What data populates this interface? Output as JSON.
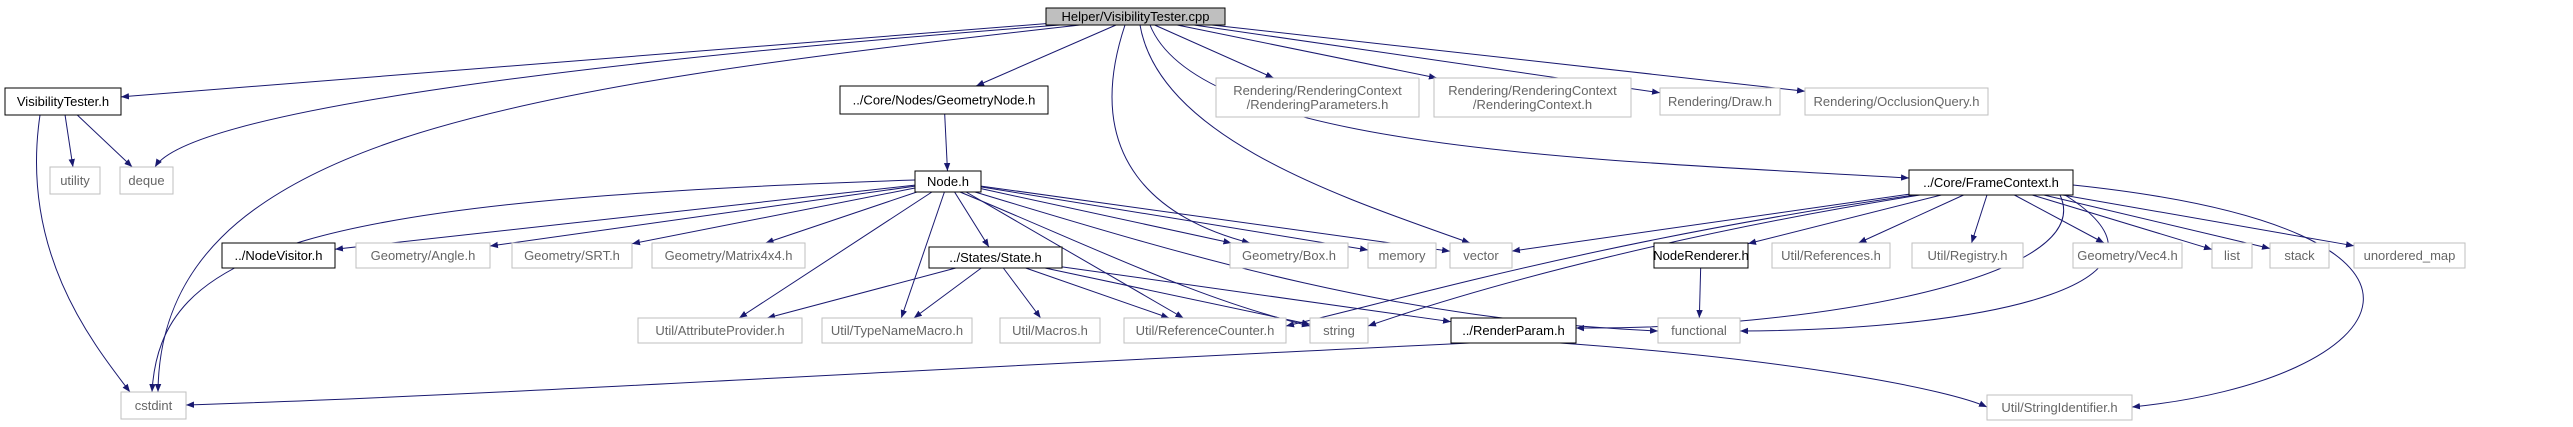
{
  "diagram": {
    "colors": {
      "edge": "#191970",
      "root_fill": "#bfbfbf",
      "linked_border": "#000000",
      "external_border": "#bfbfbf",
      "box_fill": "#ffffff",
      "external_text": "#666666"
    },
    "nodes": {
      "helper_visibilitytester_cpp": {
        "lines": [
          "Helper/VisibilityTester.cpp"
        ],
        "kind": "root"
      },
      "visibilitytester_h": {
        "lines": [
          "VisibilityTester.h"
        ],
        "kind": "linked"
      },
      "utility": {
        "lines": [
          "utility"
        ],
        "kind": "external"
      },
      "deque": {
        "lines": [
          "deque"
        ],
        "kind": "external"
      },
      "cstdint": {
        "lines": [
          "cstdint"
        ],
        "kind": "external"
      },
      "geometrynode_h": {
        "lines": [
          "../Core/Nodes/GeometryNode.h"
        ],
        "kind": "linked"
      },
      "rendering_parameters_h": {
        "lines": [
          "Rendering/RenderingContext",
          "/RenderingParameters.h"
        ],
        "kind": "external"
      },
      "rendering_context_h": {
        "lines": [
          "Rendering/RenderingContext",
          "/RenderingContext.h"
        ],
        "kind": "external"
      },
      "rendering_draw_h": {
        "lines": [
          "Rendering/Draw.h"
        ],
        "kind": "external"
      },
      "rendering_occlusionquery_h": {
        "lines": [
          "Rendering/OcclusionQuery.h"
        ],
        "kind": "external"
      },
      "framecontext_h": {
        "lines": [
          "../Core/FrameContext.h"
        ],
        "kind": "linked"
      },
      "node_h": {
        "lines": [
          "Node.h"
        ],
        "kind": "linked"
      },
      "nodevisitor_h": {
        "lines": [
          "../NodeVisitor.h"
        ],
        "kind": "linked"
      },
      "geometry_angle_h": {
        "lines": [
          "Geometry/Angle.h"
        ],
        "kind": "external"
      },
      "geometry_srt_h": {
        "lines": [
          "Geometry/SRT.h"
        ],
        "kind": "external"
      },
      "geometry_matrix4x4_h": {
        "lines": [
          "Geometry/Matrix4x4.h"
        ],
        "kind": "external"
      },
      "states_state_h": {
        "lines": [
          "../States/State.h"
        ],
        "kind": "linked"
      },
      "geometry_box_h": {
        "lines": [
          "Geometry/Box.h"
        ],
        "kind": "external"
      },
      "memory": {
        "lines": [
          "memory"
        ],
        "kind": "external"
      },
      "vector": {
        "lines": [
          "vector"
        ],
        "kind": "external"
      },
      "util_attributeprovider_h": {
        "lines": [
          "Util/AttributeProvider.h"
        ],
        "kind": "external"
      },
      "util_typenamemacro_h": {
        "lines": [
          "Util/TypeNameMacro.h"
        ],
        "kind": "external"
      },
      "util_macros_h": {
        "lines": [
          "Util/Macros.h"
        ],
        "kind": "external"
      },
      "util_referencecounter_h": {
        "lines": [
          "Util/ReferenceCounter.h"
        ],
        "kind": "external"
      },
      "string": {
        "lines": [
          "string"
        ],
        "kind": "external"
      },
      "renderparam_h": {
        "lines": [
          "../RenderParam.h"
        ],
        "kind": "linked"
      },
      "functional": {
        "lines": [
          "functional"
        ],
        "kind": "external"
      },
      "noderenderer_h": {
        "lines": [
          "NodeRenderer.h"
        ],
        "kind": "linked"
      },
      "util_references_h": {
        "lines": [
          "Util/References.h"
        ],
        "kind": "external"
      },
      "util_registry_h": {
        "lines": [
          "Util/Registry.h"
        ],
        "kind": "external"
      },
      "geometry_vec4_h": {
        "lines": [
          "Geometry/Vec4.h"
        ],
        "kind": "external"
      },
      "list": {
        "lines": [
          "list"
        ],
        "kind": "external"
      },
      "stack": {
        "lines": [
          "stack"
        ],
        "kind": "external"
      },
      "unordered_map": {
        "lines": [
          "unordered_map"
        ],
        "kind": "external"
      },
      "util_stringidentifier_h": {
        "lines": [
          "Util/StringIdentifier.h"
        ],
        "kind": "external"
      }
    },
    "edges": [
      [
        "helper_visibilitytester_cpp",
        "visibilitytester_h"
      ],
      [
        "helper_visibilitytester_cpp",
        "deque"
      ],
      [
        "helper_visibilitytester_cpp",
        "cstdint"
      ],
      [
        "helper_visibilitytester_cpp",
        "geometrynode_h"
      ],
      [
        "helper_visibilitytester_cpp",
        "geometry_box_h"
      ],
      [
        "helper_visibilitytester_cpp",
        "vector"
      ],
      [
        "helper_visibilitytester_cpp",
        "rendering_parameters_h"
      ],
      [
        "helper_visibilitytester_cpp",
        "rendering_context_h"
      ],
      [
        "helper_visibilitytester_cpp",
        "rendering_draw_h"
      ],
      [
        "helper_visibilitytester_cpp",
        "rendering_occlusionquery_h"
      ],
      [
        "helper_visibilitytester_cpp",
        "framecontext_h"
      ],
      [
        "visibilitytester_h",
        "utility"
      ],
      [
        "visibilitytester_h",
        "deque"
      ],
      [
        "visibilitytester_h",
        "cstdint"
      ],
      [
        "geometrynode_h",
        "node_h"
      ],
      [
        "node_h",
        "nodevisitor_h"
      ],
      [
        "node_h",
        "geometry_angle_h"
      ],
      [
        "node_h",
        "geometry_srt_h"
      ],
      [
        "node_h",
        "geometry_matrix4x4_h"
      ],
      [
        "node_h",
        "states_state_h"
      ],
      [
        "node_h",
        "geometry_box_h"
      ],
      [
        "node_h",
        "memory"
      ],
      [
        "node_h",
        "vector"
      ],
      [
        "node_h",
        "cstdint"
      ],
      [
        "node_h",
        "util_attributeprovider_h"
      ],
      [
        "node_h",
        "util_typenamemacro_h"
      ],
      [
        "node_h",
        "util_referencecounter_h"
      ],
      [
        "node_h",
        "string"
      ],
      [
        "node_h",
        "functional"
      ],
      [
        "states_state_h",
        "util_attributeprovider_h"
      ],
      [
        "states_state_h",
        "util_typenamemacro_h"
      ],
      [
        "states_state_h",
        "util_macros_h"
      ],
      [
        "states_state_h",
        "util_referencecounter_h"
      ],
      [
        "states_state_h",
        "string"
      ],
      [
        "states_state_h",
        "renderparam_h"
      ],
      [
        "renderparam_h",
        "cstdint"
      ],
      [
        "renderparam_h",
        "util_stringidentifier_h"
      ],
      [
        "framecontext_h",
        "vector"
      ],
      [
        "framecontext_h",
        "noderenderer_h"
      ],
      [
        "framecontext_h",
        "util_references_h"
      ],
      [
        "framecontext_h",
        "util_registry_h"
      ],
      [
        "framecontext_h",
        "geometry_vec4_h"
      ],
      [
        "framecontext_h",
        "list"
      ],
      [
        "framecontext_h",
        "stack"
      ],
      [
        "framecontext_h",
        "unordered_map"
      ],
      [
        "framecontext_h",
        "string"
      ],
      [
        "framecontext_h",
        "util_referencecounter_h"
      ],
      [
        "framecontext_h",
        "renderparam_h"
      ],
      [
        "framecontext_h",
        "functional"
      ],
      [
        "framecontext_h",
        "util_stringidentifier_h"
      ],
      [
        "noderenderer_h",
        "functional"
      ]
    ]
  }
}
